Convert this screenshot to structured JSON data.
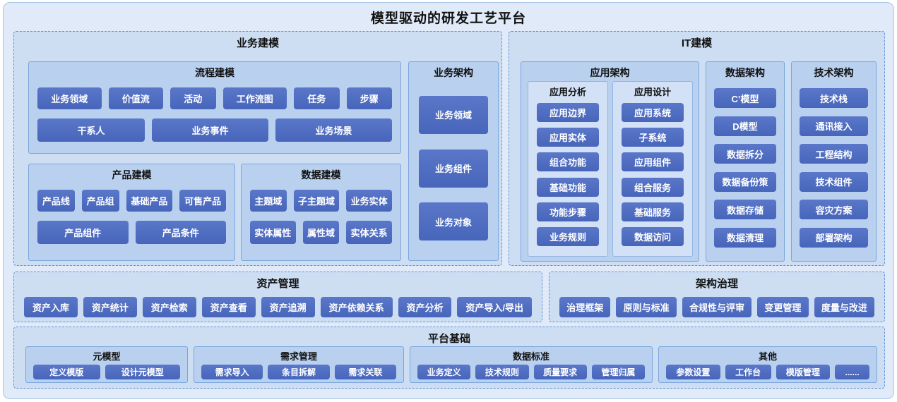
{
  "title": "模型驱动的研发工艺平台",
  "colors": {
    "background": "#e0eaf8",
    "section_fill": "#cddef3",
    "panel_fill": "#b9d0ee",
    "button_fill": "#4d6bc2",
    "button_text": "#ffffff"
  },
  "business_modeling": {
    "title": "业务建模",
    "process_modeling": {
      "title": "流程建模",
      "row1": [
        "业务领域",
        "价值流",
        "活动",
        "工作流图",
        "任务",
        "步骤"
      ],
      "row2": [
        "干系人",
        "业务事件",
        "业务场景"
      ]
    },
    "product_modeling": {
      "title": "产品建模",
      "row1": [
        "产品线",
        "产品组",
        "基础产品",
        "可售产品"
      ],
      "row2": [
        "产品组件",
        "产品条件"
      ]
    },
    "data_modeling": {
      "title": "数据建模",
      "row1": [
        "主题域",
        "子主题域",
        "业务实体"
      ],
      "row2": [
        "实体属性",
        "属性域",
        "实体关系"
      ]
    },
    "business_architecture": {
      "title": "业务架构",
      "items": [
        "业务领域",
        "业务组件",
        "业务对象"
      ]
    }
  },
  "it_modeling": {
    "title": "IT建模",
    "application_architecture": {
      "title": "应用架构",
      "analysis": {
        "title": "应用分析",
        "items": [
          "应用边界",
          "应用实体",
          "组合功能",
          "基础功能",
          "功能步骤",
          "业务规则"
        ]
      },
      "design": {
        "title": "应用设计",
        "items": [
          "应用系统",
          "子系统",
          "应用组件",
          "组合服务",
          "基础服务",
          "数据访问"
        ]
      }
    },
    "data_architecture": {
      "title": "数据架构",
      "items": [
        "C’模型",
        "D模型",
        "数据拆分",
        "数据备份策",
        "数据存储",
        "数据清理"
      ]
    },
    "technology_architecture": {
      "title": "技术架构",
      "items": [
        "技术栈",
        "通讯接入",
        "工程结构",
        "技术组件",
        "容灾方案",
        "部署架构"
      ]
    }
  },
  "asset_management": {
    "title": "资产管理",
    "items": [
      "资产入库",
      "资产统计",
      "资产检索",
      "资产查看",
      "资产追溯",
      "资产依赖关系",
      "资产分析",
      "资产导入/导出"
    ]
  },
  "architecture_governance": {
    "title": "架构治理",
    "items": [
      "治理框架",
      "原则与标准",
      "合规性与评审",
      "变更管理",
      "度量与改进"
    ]
  },
  "platform_foundation": {
    "title": "平台基础",
    "meta_model": {
      "title": "元模型",
      "items": [
        "定义模版",
        "设计元模型"
      ]
    },
    "requirement_management": {
      "title": "需求管理",
      "items": [
        "需求导入",
        "条目拆解",
        "需求关联"
      ]
    },
    "data_standard": {
      "title": "数据标准",
      "items": [
        "业务定义",
        "技术规则",
        "质量要求",
        "管理归属"
      ]
    },
    "others": {
      "title": "其他",
      "items": [
        "参数设置",
        "工作台",
        "模版管理",
        "......"
      ]
    }
  }
}
